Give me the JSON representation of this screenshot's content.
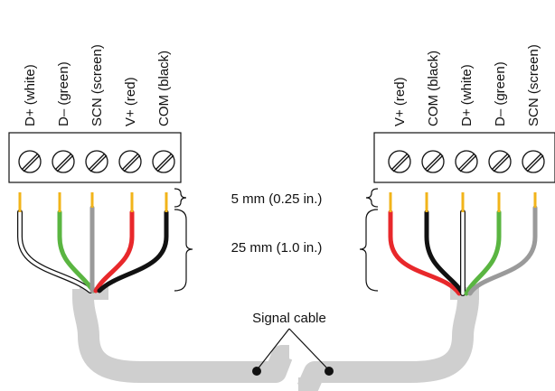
{
  "left_connector": {
    "labels": [
      "D+ (white)",
      "D– (green)",
      "SCN (screen)",
      "V+ (red)",
      "COM (black)"
    ]
  },
  "right_connector": {
    "labels": [
      "V+ (red)",
      "COM (black)",
      "D+ (white)",
      "D– (green)",
      "SCN (screen)"
    ]
  },
  "dimensions": {
    "strip_length": "5 mm (0.25 in.)",
    "jacket_strip_length": "25 mm (1.0 in.)"
  },
  "callout": {
    "signal_cable": "Signal cable"
  },
  "colors": {
    "white_wire": "#ffffff",
    "green_wire": "#5ab541",
    "screen_wire": "#9a9a9a",
    "red_wire": "#e8282b",
    "black_wire": "#111111",
    "wire_tip": "#f2b41a",
    "cable_jacket": "#cfcfcf"
  }
}
